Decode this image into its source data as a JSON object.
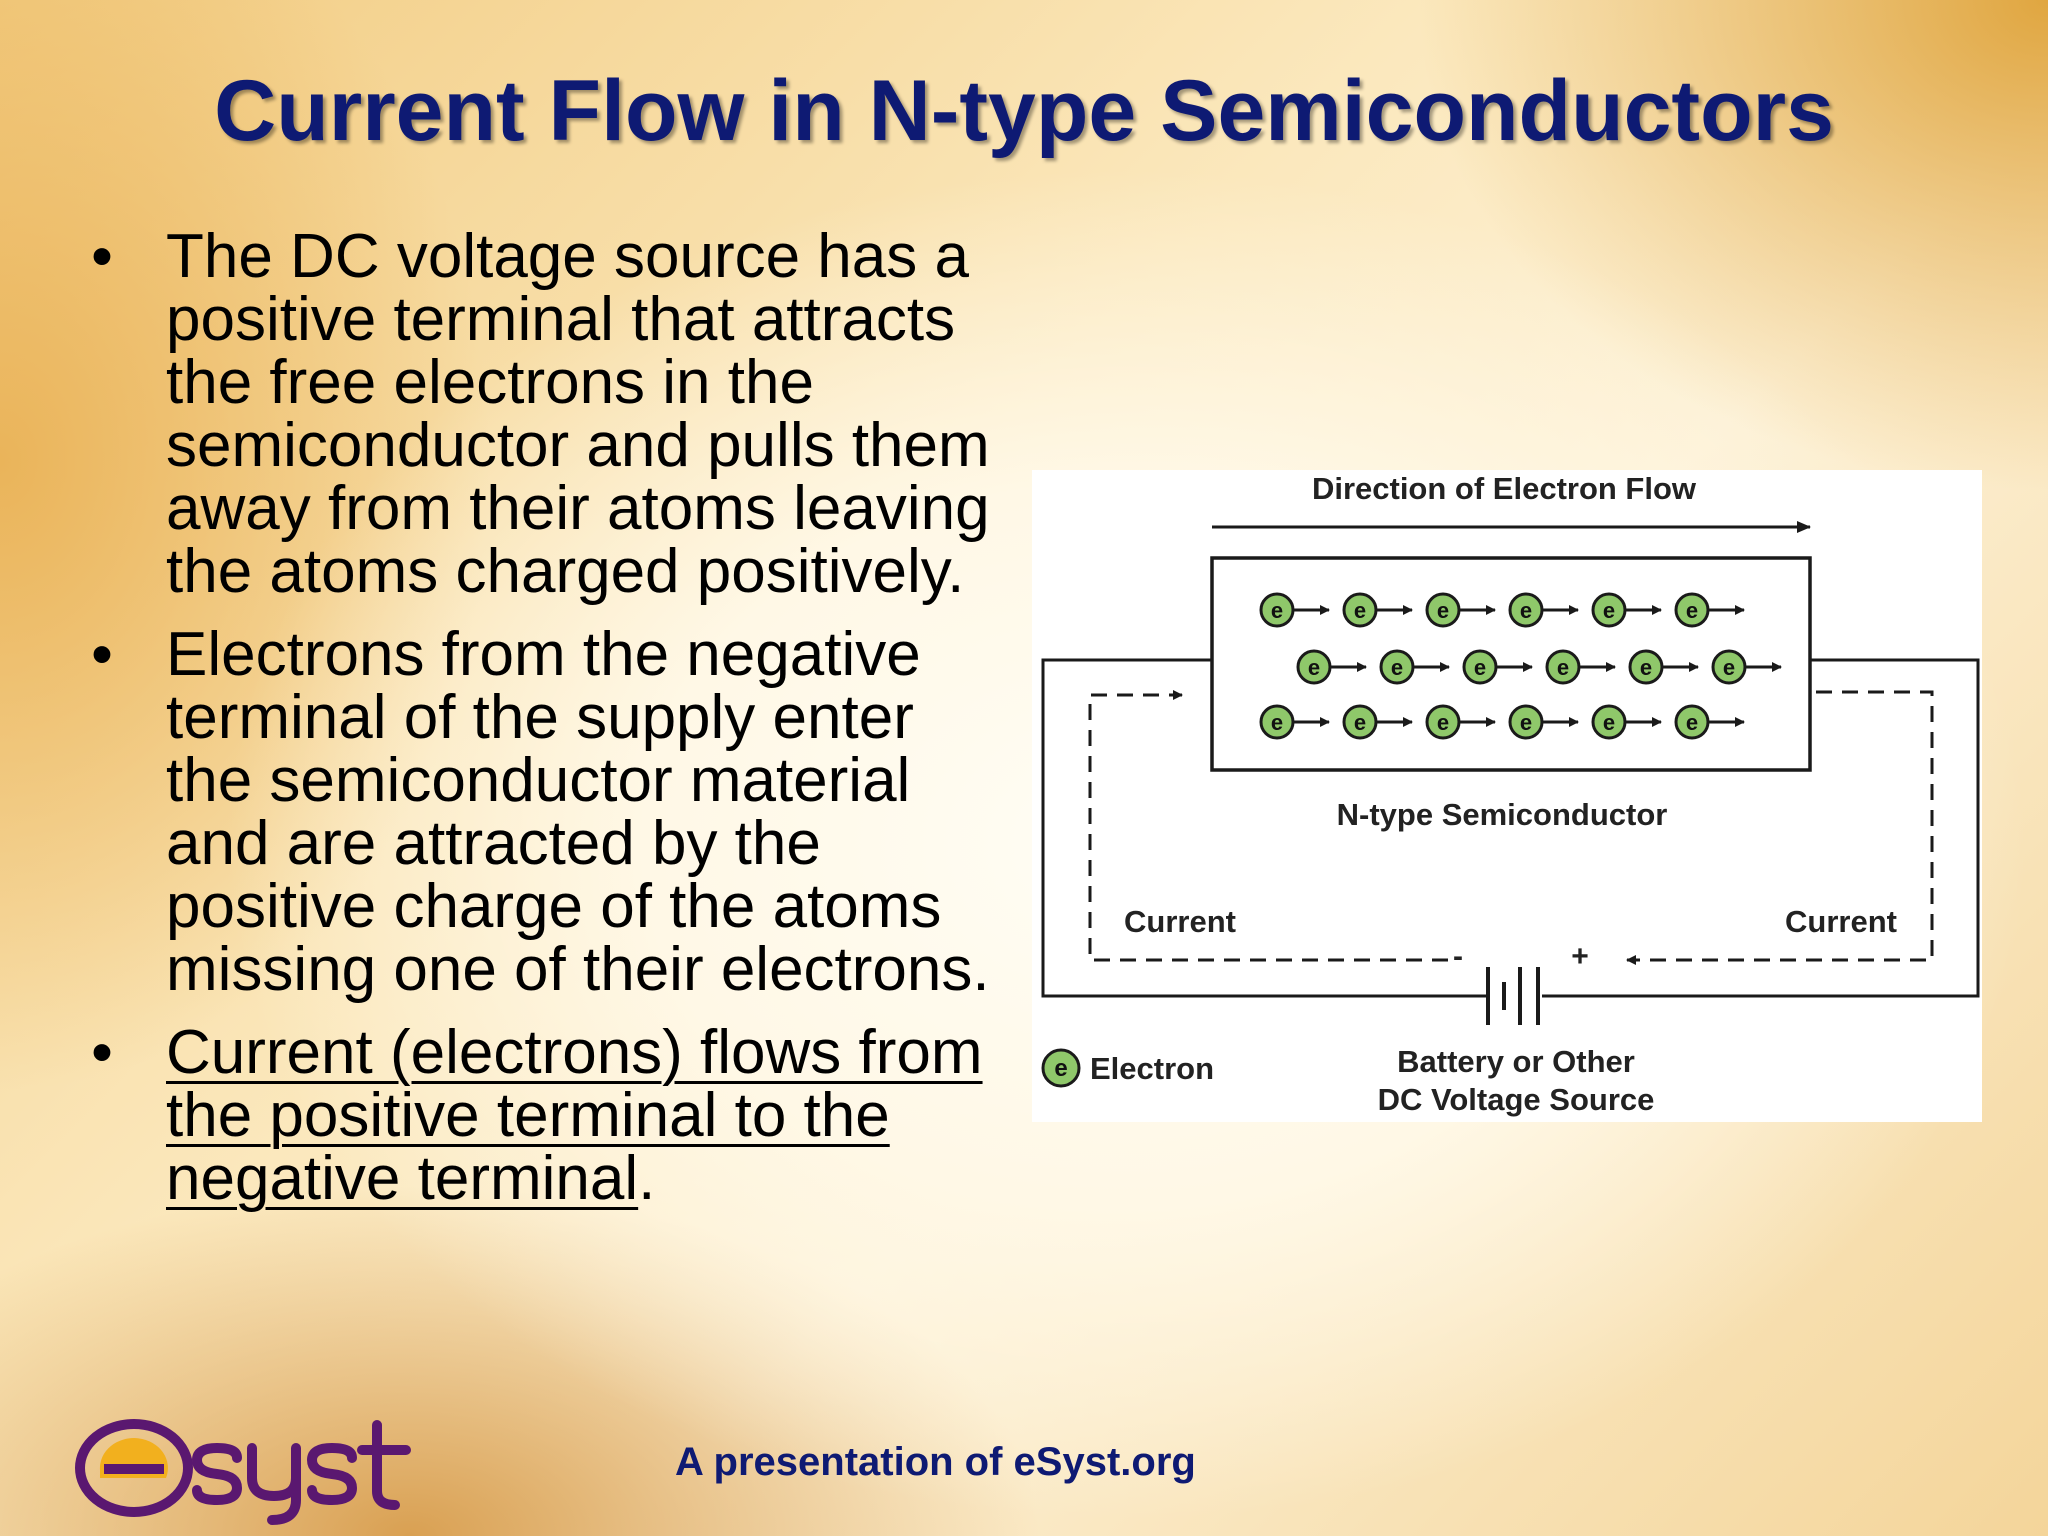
{
  "slide": {
    "title": "Current Flow in N-type Semiconductors",
    "bullets": [
      {
        "text": "The DC voltage source has a positive terminal that attracts the free electrons in the semiconductor and pulls them away from their atoms leaving the atoms charged positively."
      },
      {
        "text": "Electrons from the negative terminal of the supply enter the semiconductor material and are attracted by the positive charge of the atoms missing one of their electrons."
      },
      {
        "text": "Current (electrons) flows from the positive terminal to the negative terminal",
        "suffix": "."
      }
    ],
    "bullet_glyph": "•"
  },
  "diagram": {
    "flow_label": "Direction of Electron Flow",
    "electron_symbol": "e",
    "semiconductor_label": "N-type Semiconductor",
    "current_left": "Current",
    "current_right": "Current",
    "minus_sign": "-",
    "plus_sign": "+",
    "legend_label": "Electron",
    "battery_line1": "Battery or Other",
    "battery_line2": "DC Voltage Source",
    "electron_fill": "#8fc86a"
  },
  "footer": {
    "text": "A presentation of eSyst.org"
  },
  "logo": {
    "text": "esyst",
    "colors": {
      "e": "#f2b01e",
      "ring": "#5a1870",
      "text": "#5a1870"
    }
  }
}
